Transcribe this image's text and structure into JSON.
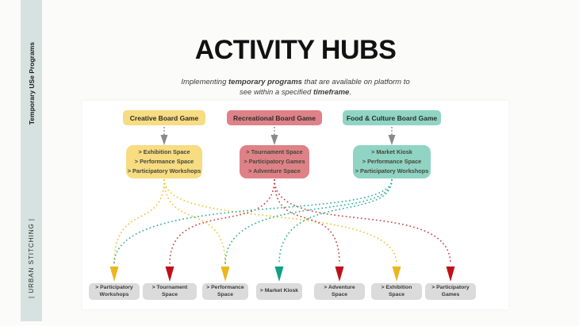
{
  "sidebar": {
    "top_label": "Temporary USe Programs",
    "bottom_label": "| URBAN STITCHING |",
    "strip_color": "#d6e2df"
  },
  "header": {
    "title": "ACTIVITY HUBS",
    "subtitle_segments": [
      {
        "text": "Implementing ",
        "bold": false,
        "break_before": false
      },
      {
        "text": "temporary programs",
        "bold": true,
        "break_before": false
      },
      {
        "text": " that are available on platform to",
        "bold": false,
        "break_before": false
      },
      {
        "text": "see within a specified ",
        "bold": false,
        "break_before": true
      },
      {
        "text": "timeframe",
        "bold": true,
        "break_before": false
      },
      {
        "text": ".",
        "bold": false,
        "break_before": false
      }
    ]
  },
  "columns": [
    {
      "title": "Creative Board Game",
      "color": "yellow",
      "items": [
        {
          "label": "> Exhibition Space",
          "target": 5
        },
        {
          "label": "> Performance Space",
          "target": 2
        },
        {
          "label": "> Participatory Workshops",
          "target": 0
        }
      ]
    },
    {
      "title": "Recreational Board Game",
      "color": "red",
      "items": [
        {
          "label": "> Tournament Space",
          "target": 1
        },
        {
          "label": "> Participatory Games",
          "target": 6
        },
        {
          "label": "> Adventure Space",
          "target": 4
        }
      ]
    },
    {
      "title": "Food & Culture Board Game",
      "color": "teal",
      "items": [
        {
          "label": "> Market Kiosk",
          "target": 3
        },
        {
          "label": "> Performance Space",
          "target": 2
        },
        {
          "label": "> Participatory Workshops",
          "target": 0
        }
      ]
    }
  ],
  "bottom_boxes": [
    {
      "label": "> Participatory Workshops",
      "arrow": "yellow"
    },
    {
      "label": "> Tournament Space",
      "arrow": "red"
    },
    {
      "label": "> Performance Space",
      "arrow": "yellow"
    },
    {
      "label": "> Market Kiosk",
      "arrow": "teal"
    },
    {
      "label": "> Adventure Space",
      "arrow": "red"
    },
    {
      "label": "> Exhibition Space",
      "arrow": "yellow"
    },
    {
      "label": "> Participatory Games",
      "arrow": "red"
    }
  ],
  "palette": {
    "yellow": {
      "box": "#f7dc82",
      "line": "#eec435",
      "arrow": "#ebb61f"
    },
    "red": {
      "box": "#de8288",
      "line": "#c9444a",
      "arrow": "#be1019"
    },
    "teal": {
      "box": "#90d4c4",
      "line": "#2fb096",
      "arrow": "#0fa085"
    },
    "gray_arrow": "#8a8a8a",
    "bottom_box": "#dbdbdb"
  }
}
